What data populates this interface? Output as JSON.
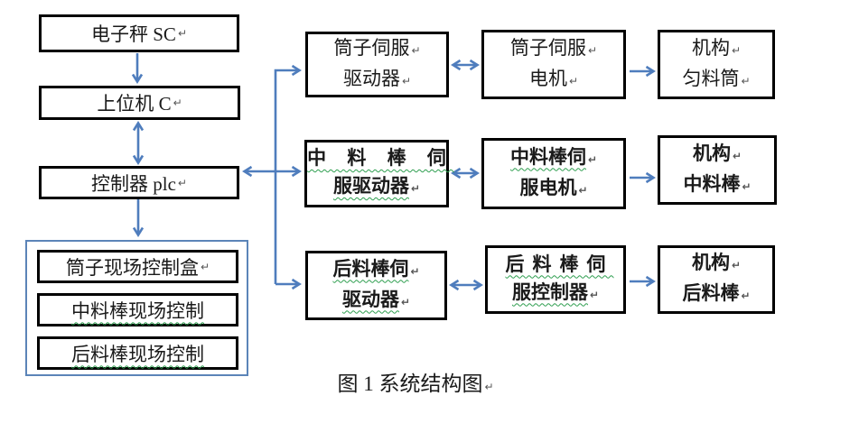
{
  "colors": {
    "arrow": "#4f7dbd",
    "box_border": "#000000",
    "group_border": "#5b84b8",
    "squiggle": "#2e9e4f",
    "text": "#1a1a1a",
    "mark": "#555555"
  },
  "glyphs": {
    "return_mark": "↵"
  },
  "caption": "图 1   系统结构图",
  "left_column": {
    "scale": "电子秤 SC",
    "host": "上位机 C",
    "plc": "控制器 plc",
    "group_items": [
      "筒子现场控制盒",
      "中料棒现场控制",
      "后料棒现场控制"
    ]
  },
  "grid": {
    "rows": [
      {
        "driver": [
          "筒子伺服",
          "驱动器"
        ],
        "motor": [
          "筒子伺服",
          "电机"
        ],
        "mechanism": [
          "机构",
          "匀料筒"
        ]
      },
      {
        "driver": [
          "中 料 棒 伺",
          "服驱动器"
        ],
        "motor": [
          "中料棒伺",
          "服电机"
        ],
        "mechanism": [
          "机构",
          "中料棒"
        ]
      },
      {
        "driver": [
          "后料棒伺",
          "驱动器"
        ],
        "motor": [
          "后料棒伺",
          "服控制器"
        ],
        "mechanism": [
          "机构",
          "后料棒"
        ]
      }
    ]
  }
}
